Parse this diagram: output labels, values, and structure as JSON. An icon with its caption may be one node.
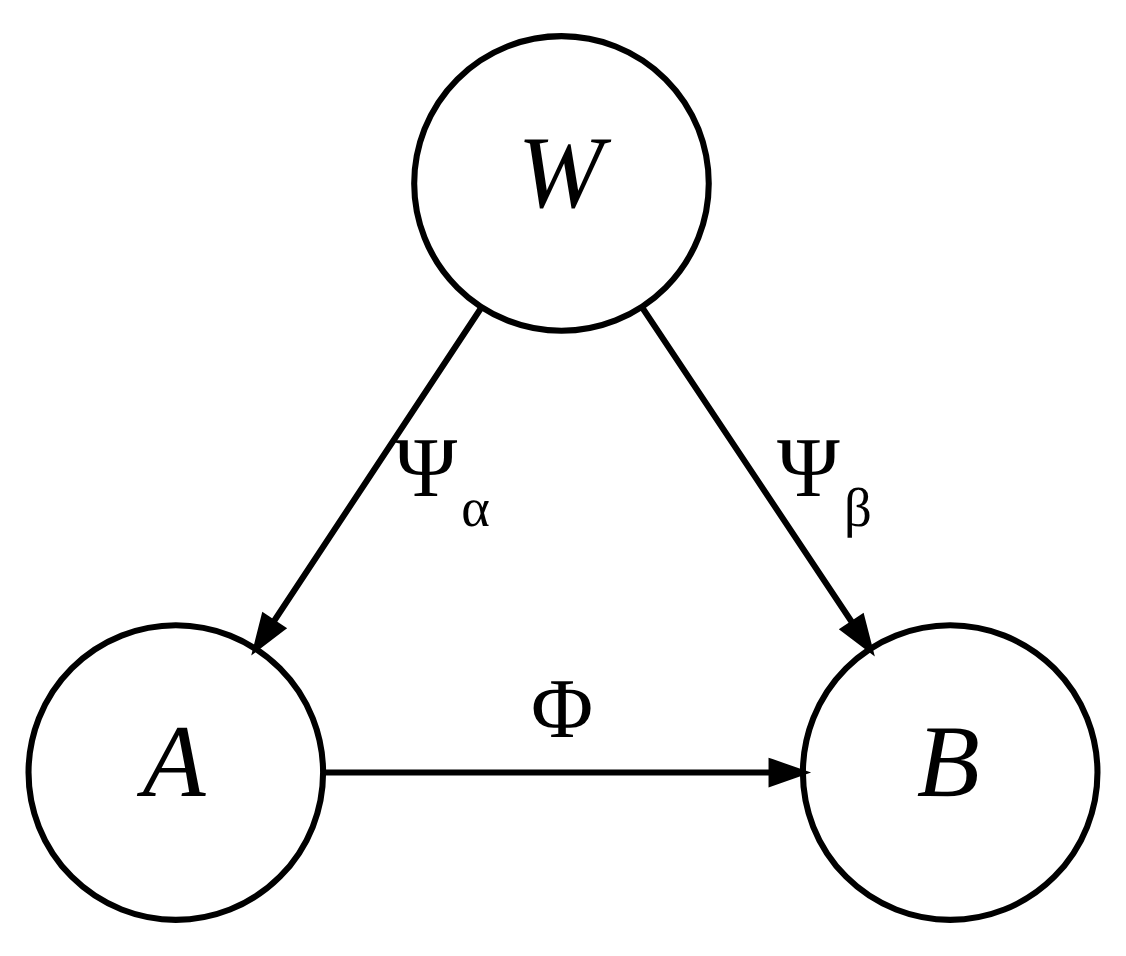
{
  "diagram": {
    "nodes": [
      {
        "text": [
          "W"
        ]
      },
      {
        "text": [
          "A"
        ]
      },
      {
        "text": [
          "B"
        ]
      }
    ],
    "edges": [
      {
        "from": 0,
        "to": 1,
        "arrow": "to",
        "label": "Ψ$_{α}$"
      },
      {
        "from": 0,
        "to": 2,
        "arrow": "to",
        "label": "Ψ$_{β}$"
      },
      {
        "from": 1,
        "to": 2,
        "arrow": "to",
        "label": "Φ"
      }
    ]
  }
}
